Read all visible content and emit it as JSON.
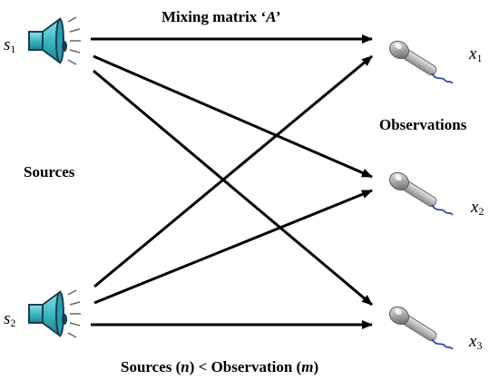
{
  "title": {
    "prefix": "Mixing matrix ‘",
    "symbol": "A",
    "suffix": "’"
  },
  "sources_label": "Sources",
  "observations_label": "Observations",
  "sources_vars": [
    {
      "symbol": "s",
      "index": "1"
    },
    {
      "symbol": "s",
      "index": "2"
    }
  ],
  "observation_vars": [
    {
      "symbol": "x",
      "index": "1"
    },
    {
      "symbol": "x",
      "index": "2"
    },
    {
      "symbol": "x",
      "index": "3"
    }
  ],
  "footer": {
    "part1": "Sources (",
    "n": "n",
    "part2": ") < Observation (",
    "m": "m",
    "part3": ")"
  },
  "icons": {
    "source": "loudspeaker-icon",
    "observation": "microphone-icon"
  },
  "colors": {
    "speaker_body": "#3bb8c4",
    "speaker_outline": "#1a3d52",
    "mic_head": "#8c8c8c",
    "mic_handle": "#b5b5b5",
    "mic_cable": "#2747a8",
    "arrow": "#000000"
  }
}
